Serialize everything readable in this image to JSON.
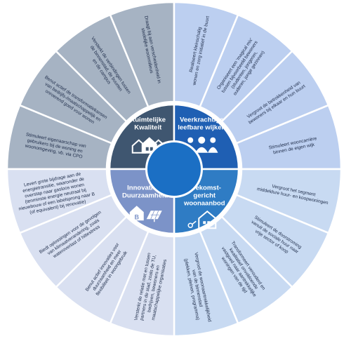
{
  "colors": {
    "q1_dark": "#3f5670",
    "q1_outer": "#a6b3c3",
    "q2_dark": "#1f5fb3",
    "q2_outer": "#bccff0",
    "q3_dark": "#2f7cc4",
    "q3_outer": "#c8daf2",
    "q4_dark": "#7c93c8",
    "q4_outer": "#d9e0f1",
    "hub": "#1b6fc4",
    "ring": "#ffffff"
  },
  "quadrants": [
    {
      "id": "ruimtelijke",
      "label": [
        "Ruimtelijke",
        "Kwaliteit"
      ],
      "icon": "houses-icon"
    },
    {
      "id": "veerkrachtige",
      "label": [
        "Veerkrachtige",
        "leefbare wijken"
      ],
      "icon": "people-icon"
    },
    {
      "id": "toekomst",
      "label": [
        "Toekomst-",
        "gericht",
        "woonaanbod"
      ],
      "icon": "house-keys-icon"
    },
    {
      "id": "innovatie",
      "label": [
        "Innovatie &",
        "Duurzaamheid"
      ],
      "icon": "solar-house-icon"
    }
  ],
  "segments": [
    {
      "quadrant": 0,
      "lines": [
        "Stimuleert eigenaarschap van",
        "gebruikers bij de woning en",
        "woonomgeving, vb. via CPO"
      ]
    },
    {
      "quadrant": 0,
      "lines": [
        "Benut actief de transformatiekansen",
        "van bedrijfs-/maatschappelijk en",
        "onroerend goed voor wonen"
      ]
    },
    {
      "quadrant": 0,
      "lines": [
        "Versterkt de verbindingen tussen",
        "de binnenstad, de buurten",
        "en de campus"
      ]
    },
    {
      "quadrant": 0,
      "lines": [
        "Draagt bij aan verscheidenheid in",
        "stedelijke woonmilieus"
      ]
    },
    {
      "quadrant": 1,
      "lines": [
        "Realiseert kleinschalig",
        "wonen en zorg initiatief in de buurt"
      ]
    },
    {
      "quadrant": 1,
      "lines": [
        "Organiseert een 'magical mix'",
        "tussen bijvoorbeeld bewoners",
        "(studenten, jongeren,",
        "ouderen, jonge gezinnen)"
      ]
    },
    {
      "quadrant": 1,
      "lines": [
        "Vergroot de betrokkenheid van",
        "bewoners bij elkaar en hun buurt"
      ]
    },
    {
      "quadrant": 1,
      "lines": [
        "Stimuleert wooncarrière",
        "binnen de eigen wijk"
      ]
    },
    {
      "quadrant": 2,
      "lines": [
        "Vergroot het segment",
        "middeldure huur- en koopwoningen"
      ]
    },
    {
      "quadrant": 2,
      "lines": [
        "Stimuleert de doorstroming",
        "vanuit de sociale huur naar",
        "vrije sector of koop"
      ]
    },
    {
      "quadrant": 2,
      "lines": [
        "Transformeert verouderd en",
        "kwalitatief onvoldoende",
        "vastgoed naar aantrekkelijke",
        "woningen van de tijd"
      ]
    },
    {
      "quadrant": 2,
      "lines": [
        "Vergroot de woonaantrekkelijkheid",
        "van de binnenstad",
        "(plekken, pleinen, programma)"
      ]
    },
    {
      "quadrant": 3,
      "lines": [
        "Versterkt de relatie met en tussen",
        "partners in de stad, zoals de TU,",
        "bedrijven, bewoners en",
        "maatschappelijke organisaties"
      ]
    },
    {
      "quadrant": 3,
      "lines": [
        "Benut actief innovaties voor",
        "duurzaamheid en meer",
        "flexibiliteit in woongebruik"
      ]
    },
    {
      "quadrant": 3,
      "lines": [
        "Biedt oplossingen voor de gevolgen",
        "van klimaatverandering, zoals",
        "wateroverlast of hittestress"
      ]
    },
    {
      "quadrant": 3,
      "lines": [
        "Levert grote bijdrage aan de",
        "energietransitie, waaronder de",
        "overstap naar gasloos wonen",
        "(tenminste energie neutraal bij",
        "nieuwbouw of een labelsprong naar B",
        "(of equivalent) bij renovatie)"
      ]
    }
  ]
}
